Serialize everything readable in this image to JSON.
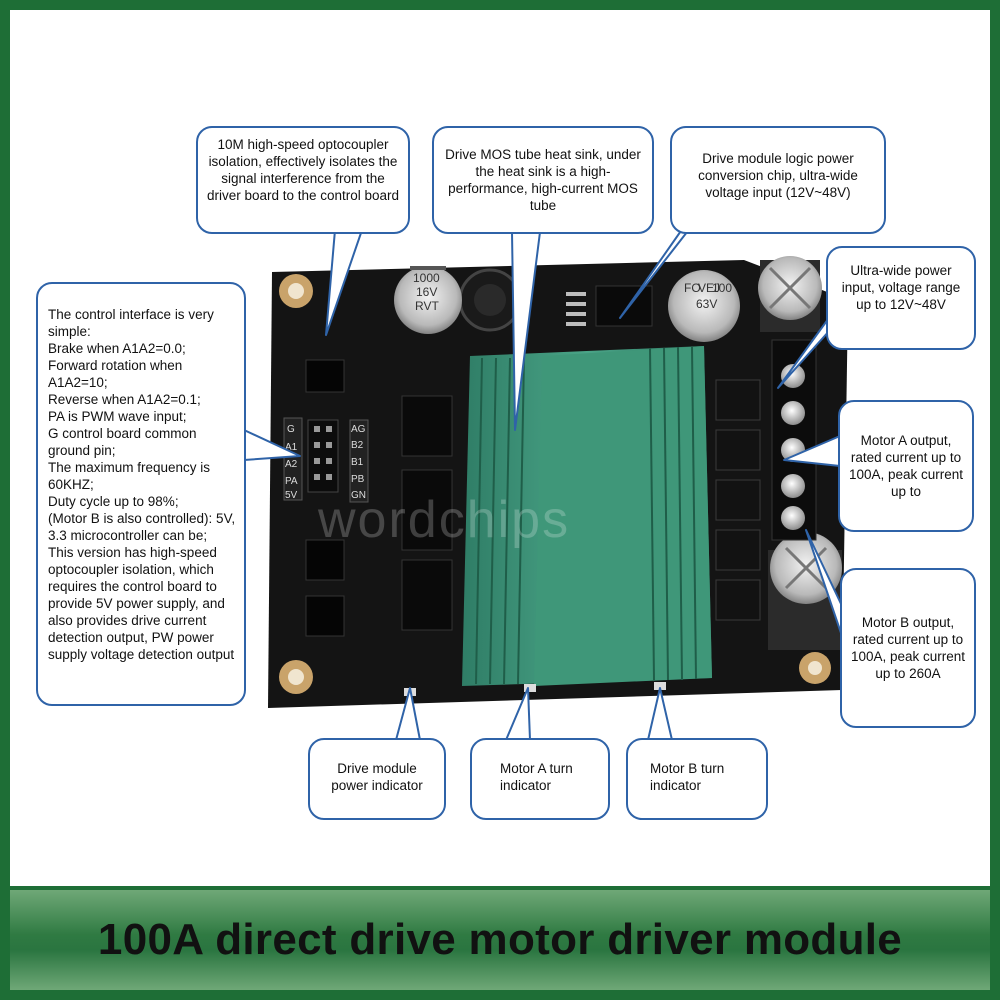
{
  "callouts": {
    "optocoupler": "10M high-speed optocoupler isolation, effectively isolates the signal interference from the driver board to the control board",
    "heat_sink": "Drive MOS tube heat sink, under the heat sink is a high-performance, high-current MOS tube",
    "logic_power": "Drive module logic power conversion chip, ultra-wide voltage input (12V~48V)",
    "power_input": "Ultra-wide power input, voltage range up to 12V~48V",
    "control_interface": "The control interface is very simple:\nBrake when A1A2=0.0;\nForward rotation when A1A2=10;\nReverse when A1A2=0.1;\nPA is PWM wave input;\nG control board common ground pin;\nThe maximum frequency is 60KHZ;\nDuty cycle up to 98%;\n(Motor B is also controlled): 5V, 3.3 microcontroller can be;\nThis version has high-speed optocoupler isolation, which requires the control board to provide 5V power supply, and also provides drive current detection output, PW power supply voltage detection output",
    "motor_a_output": "Motor A output, rated current up to 100A, peak current up to",
    "motor_b_output": "Motor B output, rated current up to 100A, peak current up to 260A",
    "power_indicator": "Drive module power indicator",
    "motor_a_indicator": "Motor A turn indicator",
    "motor_b_indicator": "Motor B turn indicator"
  },
  "board_labels": {
    "cap1_l1": "1000",
    "cap1_l2": "16V",
    "cap1_l3": "RVT",
    "cap2_l1": "FO",
    "cap2_l2": "VEJ",
    "cap2_l3": "100",
    "cap2_l4": "63V",
    "pin_g": "G",
    "pin_a1": "A1",
    "pin_a2": "A2",
    "pin_pa": "PA",
    "pin_5v": "5V",
    "pin_ag": "AG",
    "pin_b2": "B2",
    "pin_b1": "B1",
    "pin_pb": "PB",
    "pin_gn": "GN"
  },
  "watermark": "wordchips",
  "banner_title": "100A direct drive motor driver module"
}
